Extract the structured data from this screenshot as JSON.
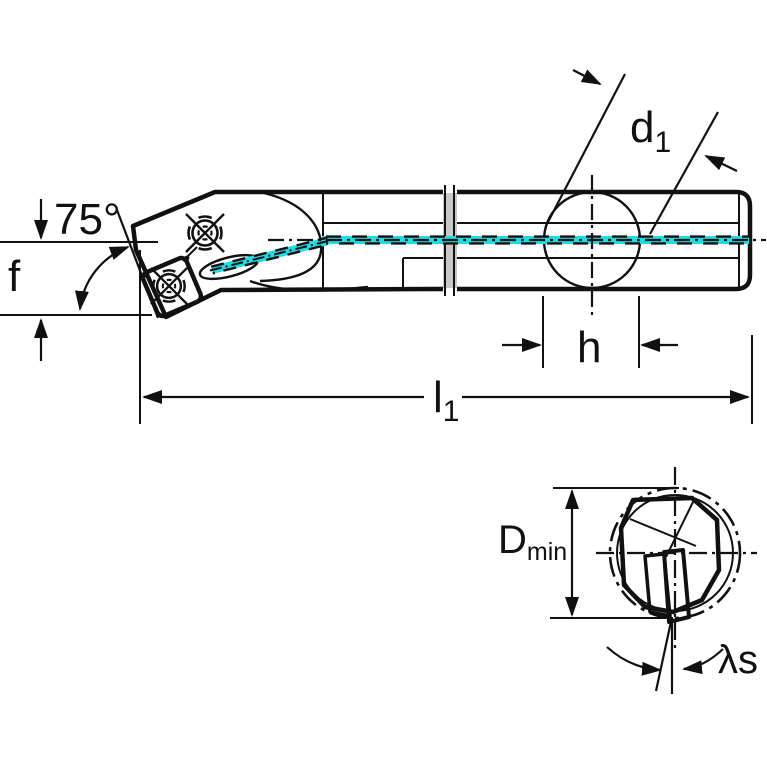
{
  "title": "Boring bar with screw-clamped insert - dimensional drawing",
  "colors": {
    "background": "#ffffff",
    "body": "#c8c8c8",
    "clamp_bore": "#9a9a9a",
    "insert": "#f3d37e",
    "coolant": "#1ddde4",
    "line": "#111111"
  },
  "main_view": {
    "labels": {
      "entering_angle": "75°",
      "head_offset": "f",
      "coolant_port_diameter": {
        "base": "d",
        "sub": "1"
      },
      "clamp_position": "h",
      "overall_length": {
        "base": "l",
        "sub": "1"
      }
    }
  },
  "end_view": {
    "labels": {
      "min_bore_diameter": {
        "base": "D",
        "sub": "min"
      },
      "insert_inclination": "λs"
    }
  }
}
